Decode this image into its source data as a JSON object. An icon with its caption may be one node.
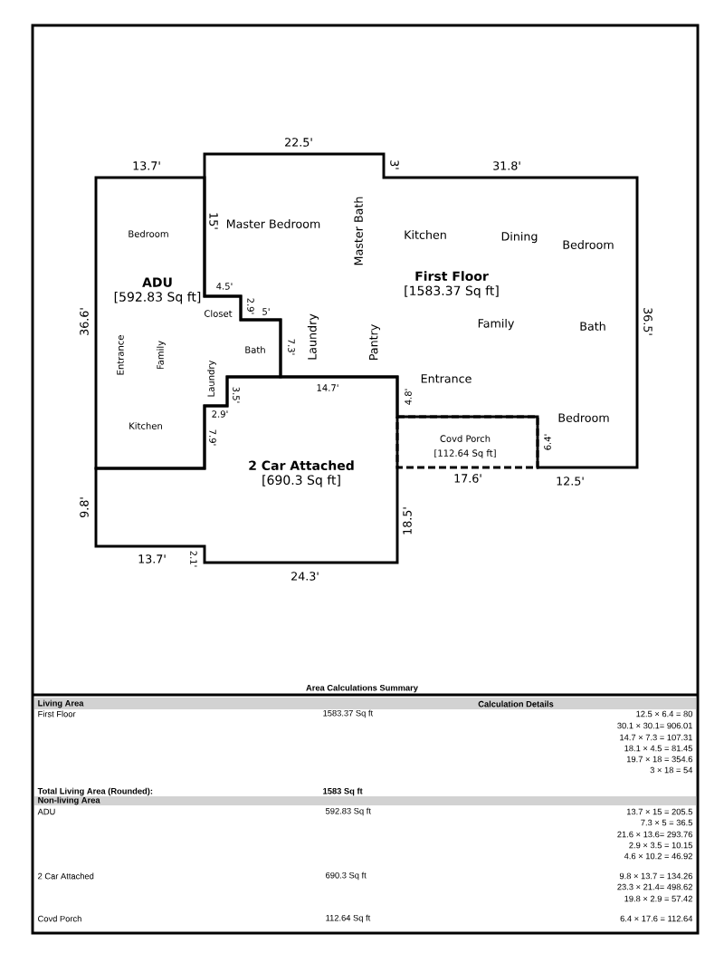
{
  "diagram": {
    "nodes": [
      {
        "text": [
          "ADU",
          "[592.83 Sq ft]"
        ]
      },
      {
        "text": [
          "First Floor",
          "[1583.37 Sq ft]"
        ]
      },
      {
        "text": [
          "2 Car Attached",
          "[690.3 Sq ft]"
        ]
      },
      {
        "text": [
          "Covd Porch",
          "[112.64 Sq ft]"
        ]
      }
    ],
    "labels": [
      "22.5'",
      "13.7'",
      "3'",
      "31.8'",
      "15'",
      "Master Bedroom",
      "Bedroom",
      "Master Bath",
      "Kitchen",
      "Dining",
      "Bedroom",
      "4.5'",
      "36.6'",
      "Closet",
      "2.9'",
      "5'",
      "Family",
      "Bath",
      "36.5'",
      "Entrance",
      "Family",
      "Bath",
      "7.3'",
      "Laundry",
      "Pantry",
      "Laundry",
      "3.5'",
      "14.7'",
      "4.8'",
      "Entrance",
      "2.9'",
      "Bedroom",
      "Kitchen",
      "7.9'",
      "6.4'",
      "17.6'",
      "12.5'",
      "9.8'",
      "18.5'",
      "13.7'",
      "2.1'",
      "24.3'",
      "Area Calculations Summary",
      "Living Area",
      "Calculation Details",
      "First Floor",
      "1583.37 Sq ft",
      "12.5 × 6.4 = 80",
      "30.1 × 30.1= 906.01",
      "14.7 × 7.3 = 107.31",
      "18.1 × 4.5 = 81.45",
      "19.7 × 18 = 354.6",
      "3 × 18 = 54",
      "Total Living Area (Rounded):",
      "1583 Sq ft",
      "Non-living Area",
      "ADU",
      "592.83 Sq ft",
      "13.7 × 15 = 205.5",
      "7.3 × 5 = 36.5",
      "21.6 × 13.6= 293.76",
      "2.9 × 3.5 = 10.15",
      "4.6 × 10.2 = 46.92",
      "2 Car Attached",
      "690.3 Sq ft",
      "9.8 × 13.7 = 134.26",
      "23.3 × 21.4= 498.62",
      "19.8 × 2.9 = 57.42",
      "Covd Porch",
      "112.64 Sq ft",
      "6.4 × 17.6 = 112.64"
    ]
  }
}
